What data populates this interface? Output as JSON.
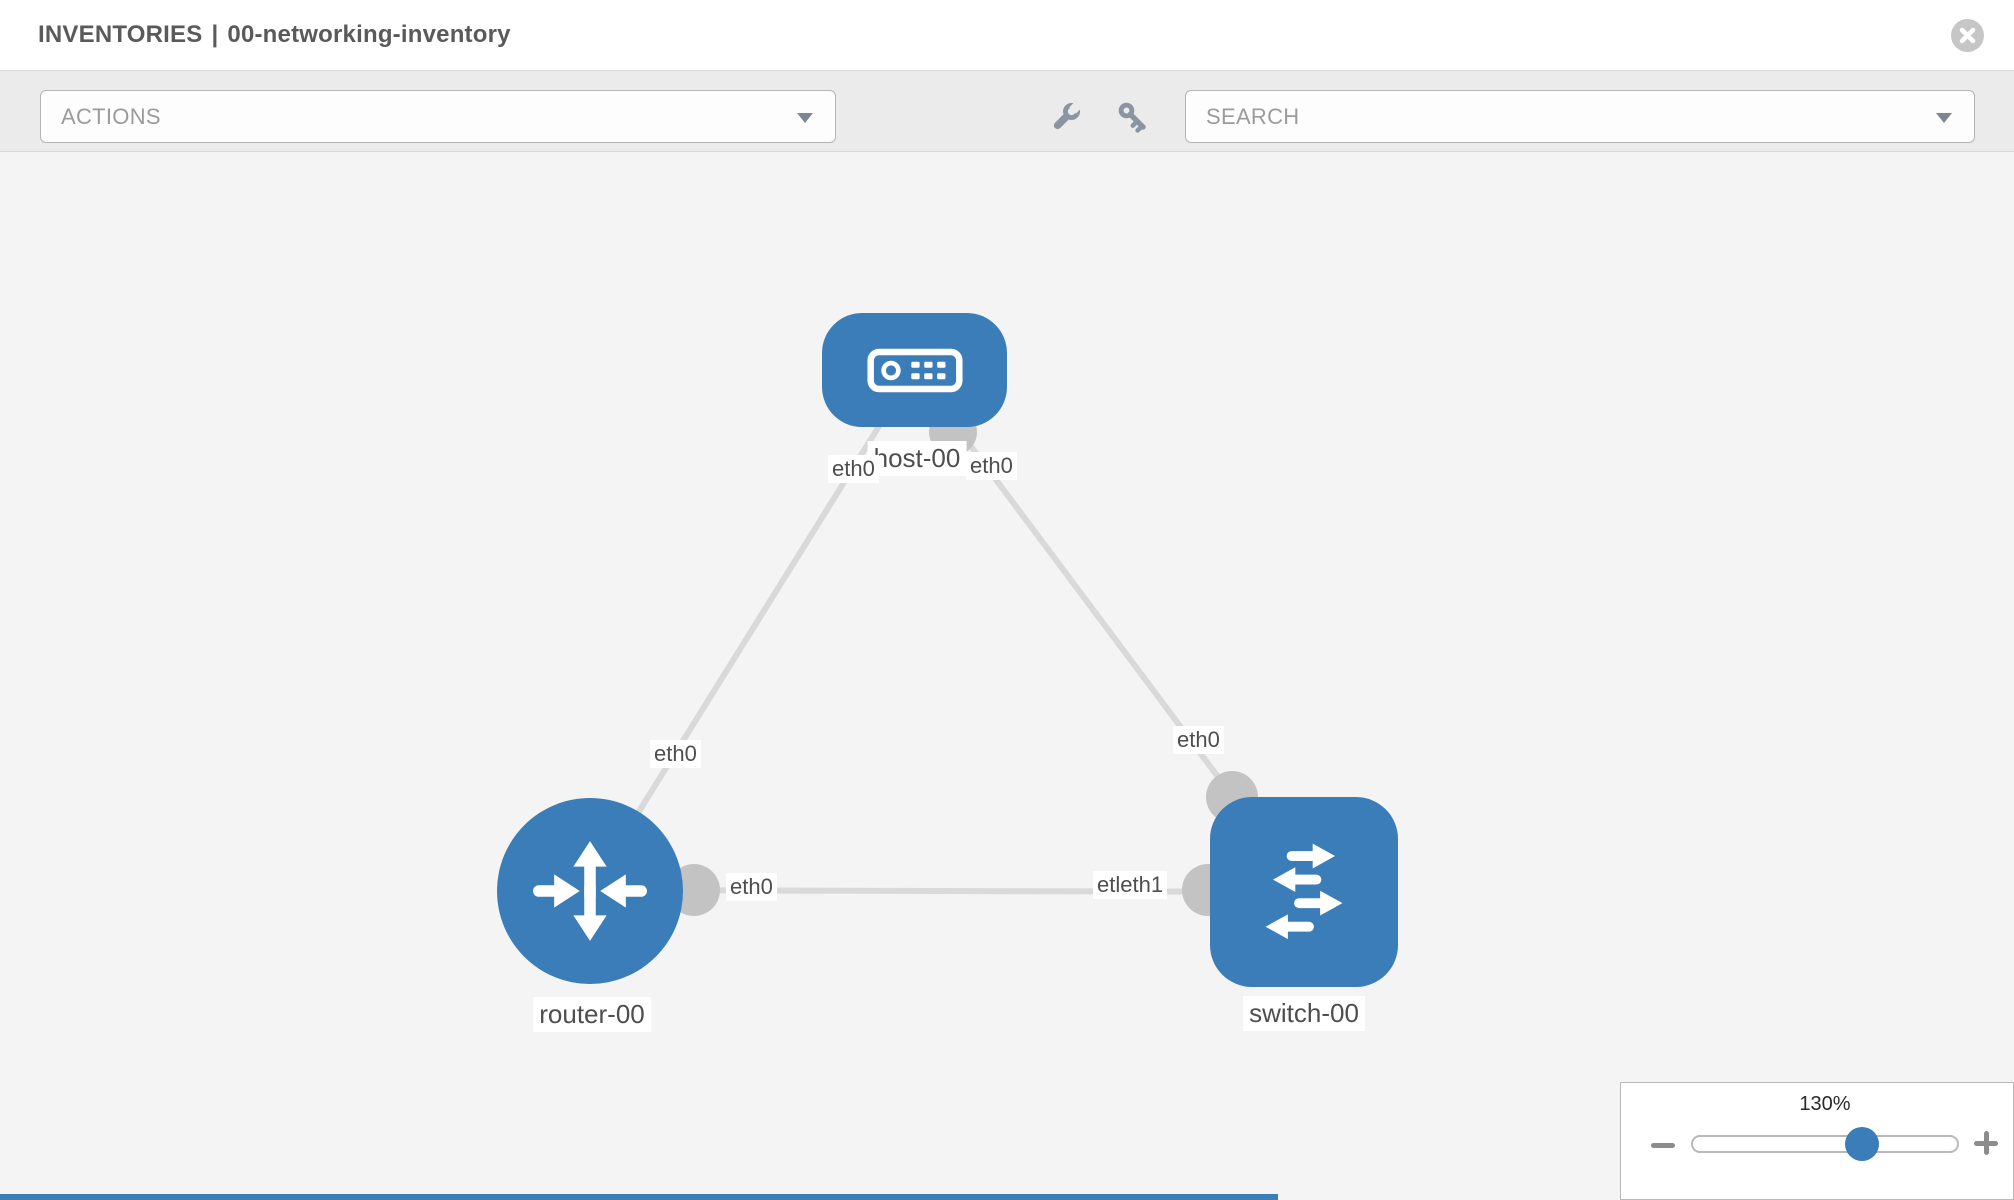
{
  "header": {
    "section": "INVENTORIES",
    "separator": "|",
    "name": "00-networking-inventory"
  },
  "toolbar": {
    "actions_label": "ACTIONS",
    "search_label": "SEARCH"
  },
  "topology": {
    "nodes": [
      {
        "label": "host-00",
        "type": "host"
      },
      {
        "label": "router-00",
        "type": "router"
      },
      {
        "label": "switch-00",
        "type": "switch"
      }
    ],
    "links": [
      {
        "from": "router-00",
        "to": "host-00",
        "from_interface": "eth0",
        "to_interface": "eth0"
      },
      {
        "from": "switch-00",
        "to": "host-00",
        "from_interface": "eth0",
        "to_interface": "eth0"
      },
      {
        "from": "router-00",
        "to": "switch-00",
        "from_interface": "eth0",
        "to_interface": "etleth1"
      }
    ]
  },
  "zoom_control": {
    "level": "130%",
    "percent": 64
  },
  "colors": {
    "node_blue": "#3b7db9",
    "link_gray": "#d9d9d9",
    "dot_gray": "#c3c3c3"
  }
}
